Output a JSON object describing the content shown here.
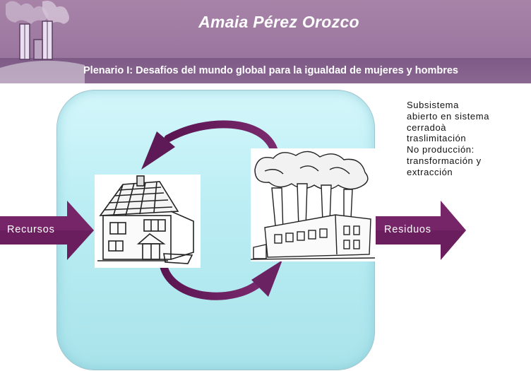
{
  "header": {
    "title": "Amaia Pérez Orozco",
    "subtitle": "Plenario I: Desafíos del mundo global para la igualdad de mujeres y hombres"
  },
  "diagram": {
    "input_label": "Recursos",
    "output_label": "Residuos",
    "side_note": [
      "Subsistema",
      "abierto en sistema",
      "cerradoà",
      "traslimitación",
      "No producción:",
      "transformación y",
      "extracción"
    ]
  },
  "icons": [
    "factory-logo-icon",
    "house-icon",
    "factory-icon",
    "cycle-arrow-icon"
  ],
  "colors": {
    "header": "#9c78a0",
    "arrow": "#6b1e5e",
    "system_box": "#bbeef4"
  }
}
